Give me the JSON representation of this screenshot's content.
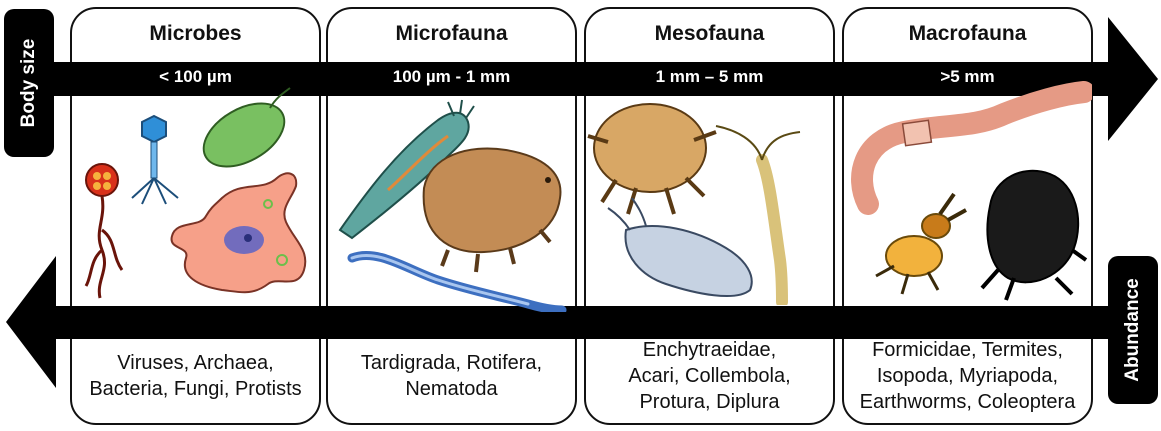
{
  "axes": {
    "top_label": "Body size",
    "bottom_label": "Abundance"
  },
  "panels": [
    {
      "title": "Microbes",
      "range": "< 100 µm",
      "description": "Viruses, Archaea,\nBacteria, Fungi, Protists"
    },
    {
      "title": "Microfauna",
      "range": "100 µm - 1 mm",
      "description": "Tardigrada, Rotifera,\nNematoda"
    },
    {
      "title": "Mesofauna",
      "range": "1 mm – 5 mm",
      "description": "Enchytraeidae,\nAcari, Collembola,\nProtura, Diplura"
    },
    {
      "title": "Macrofauna",
      "range": ">5 mm",
      "description": "Formicidae, Termites,\nIsopoda, Myriapoda,\nEarthworms, Coleoptera"
    }
  ]
}
